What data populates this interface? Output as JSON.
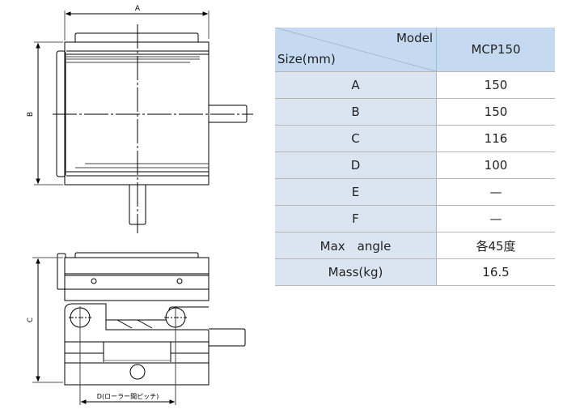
{
  "drawing": {
    "dim_labels": {
      "A": "A",
      "B": "B",
      "C": "C",
      "D": "D(ローラー間ピッチ)"
    }
  },
  "table": {
    "header": {
      "col_label": "Model",
      "row_label": "Size(mm)",
      "model": "MCP150"
    },
    "rows": [
      {
        "label": "A",
        "value": "150"
      },
      {
        "label": "B",
        "value": "150"
      },
      {
        "label": "C",
        "value": "116"
      },
      {
        "label": "D",
        "value": "100"
      },
      {
        "label": "E",
        "value": "—"
      },
      {
        "label": "F",
        "value": "—"
      },
      {
        "label": "Max　angle",
        "value": "各45度"
      },
      {
        "label": "Mass(kg)",
        "value": "16.5"
      }
    ]
  }
}
